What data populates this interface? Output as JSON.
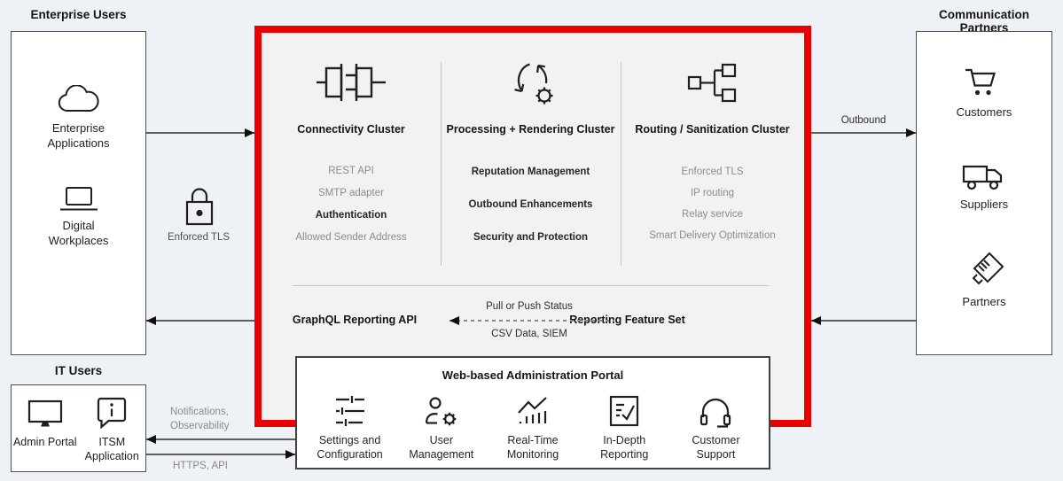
{
  "colors": {
    "accent_red": "#e90000",
    "page_bg": "#eef2f7",
    "panel_bg": "#f2f2f0",
    "arrow_line": "#5f5f5f"
  },
  "enterprise_users": {
    "title": "Enterprise Users",
    "items": [
      {
        "label": "Enterprise Applications",
        "icon": "cloud-icon"
      },
      {
        "label": "Digital Workplaces",
        "icon": "laptop-icon"
      }
    ]
  },
  "enforced_tls": {
    "label": "Enforced TLS",
    "icon": "lock-icon"
  },
  "platform": {
    "clusters": [
      {
        "title": "Connectivity Cluster",
        "icon": "connector-icon",
        "items": [
          {
            "label": "REST API",
            "emphasis": false
          },
          {
            "label": "SMTP adapter",
            "emphasis": false
          },
          {
            "label": "Authentication",
            "emphasis": true
          },
          {
            "label": "Allowed Sender Address",
            "emphasis": false
          }
        ]
      },
      {
        "title": "Processing + Rendering Cluster",
        "icon": "process-cycle-icon",
        "items": [
          {
            "label": "Reputation Management",
            "emphasis": true
          },
          {
            "label": "Outbound Enhancements",
            "emphasis": true
          },
          {
            "label": "Security and Protection",
            "emphasis": true
          }
        ]
      },
      {
        "title": "Routing / Sanitization Cluster",
        "icon": "network-routing-icon",
        "items": [
          {
            "label": "Enforced TLS",
            "emphasis": false
          },
          {
            "label": "IP routing",
            "emphasis": false
          },
          {
            "label": "Relay service",
            "emphasis": false
          },
          {
            "label": "Smart Delivery Optimization",
            "emphasis": false
          }
        ]
      }
    ],
    "reporting": {
      "api_label": "GraphQL Reporting API",
      "feature_set_label": "Reporting Feature Set",
      "flow_top_label": "Pull or Push Status",
      "flow_bottom_label": "CSV Data, SIEM"
    }
  },
  "admin_portal": {
    "title": "Web-based Administration Portal",
    "features": [
      {
        "label": "Settings and Configuration",
        "icon": "sliders-icon"
      },
      {
        "label": "User Management",
        "icon": "user-gear-icon"
      },
      {
        "label": "Real-Time Monitoring",
        "icon": "monitoring-chart-icon"
      },
      {
        "label": "In-Depth Reporting",
        "icon": "report-check-icon"
      },
      {
        "label": "Customer Support",
        "icon": "headset-icon"
      }
    ]
  },
  "it_users": {
    "title": "IT Users",
    "items": [
      {
        "label": "Admin Portal",
        "icon": "monitor-icon"
      },
      {
        "label": "ITSM Application",
        "icon": "info-bubble-icon"
      }
    ]
  },
  "communication_partners": {
    "title": "Communication Partners",
    "items": [
      {
        "label": "Customers",
        "icon": "cart-icon"
      },
      {
        "label": "Suppliers",
        "icon": "truck-icon"
      },
      {
        "label": "Partners",
        "icon": "handshake-icon"
      }
    ]
  },
  "connections": {
    "outbound_label": "Outbound",
    "notifications_label": "Notifications, Observability",
    "https_api_label": "HTTPS, API"
  }
}
